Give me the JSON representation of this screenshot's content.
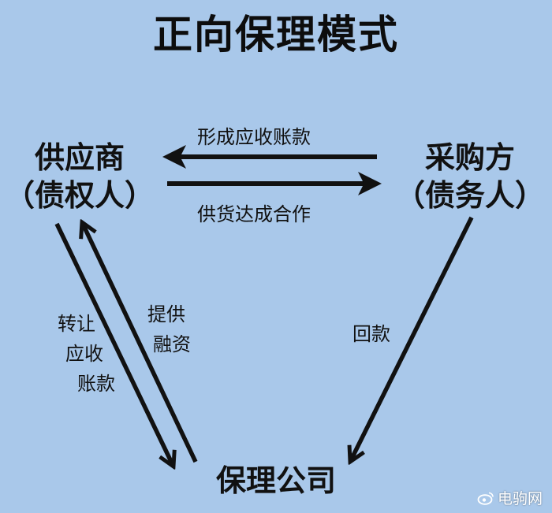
{
  "title": "正向保理模式",
  "nodes": {
    "supplier": {
      "line1": "供应商",
      "line2": "（债权人）"
    },
    "buyer": {
      "line1": "采购方",
      "line2": "（债务人）"
    },
    "factor": {
      "line1": "保理公司"
    }
  },
  "edges": {
    "buyer_to_supplier": "形成应收账款",
    "supplier_to_buyer": "供货达成合作",
    "supplier_to_factor": [
      "转让",
      "应收",
      "账款"
    ],
    "factor_to_supplier": [
      "提供",
      "融资"
    ],
    "buyer_to_factor": "回款"
  },
  "watermark": {
    "text": "电驹网",
    "icon": "weibo-icon"
  },
  "colors": {
    "background": "#a9c8ea",
    "ink": "#111111"
  }
}
